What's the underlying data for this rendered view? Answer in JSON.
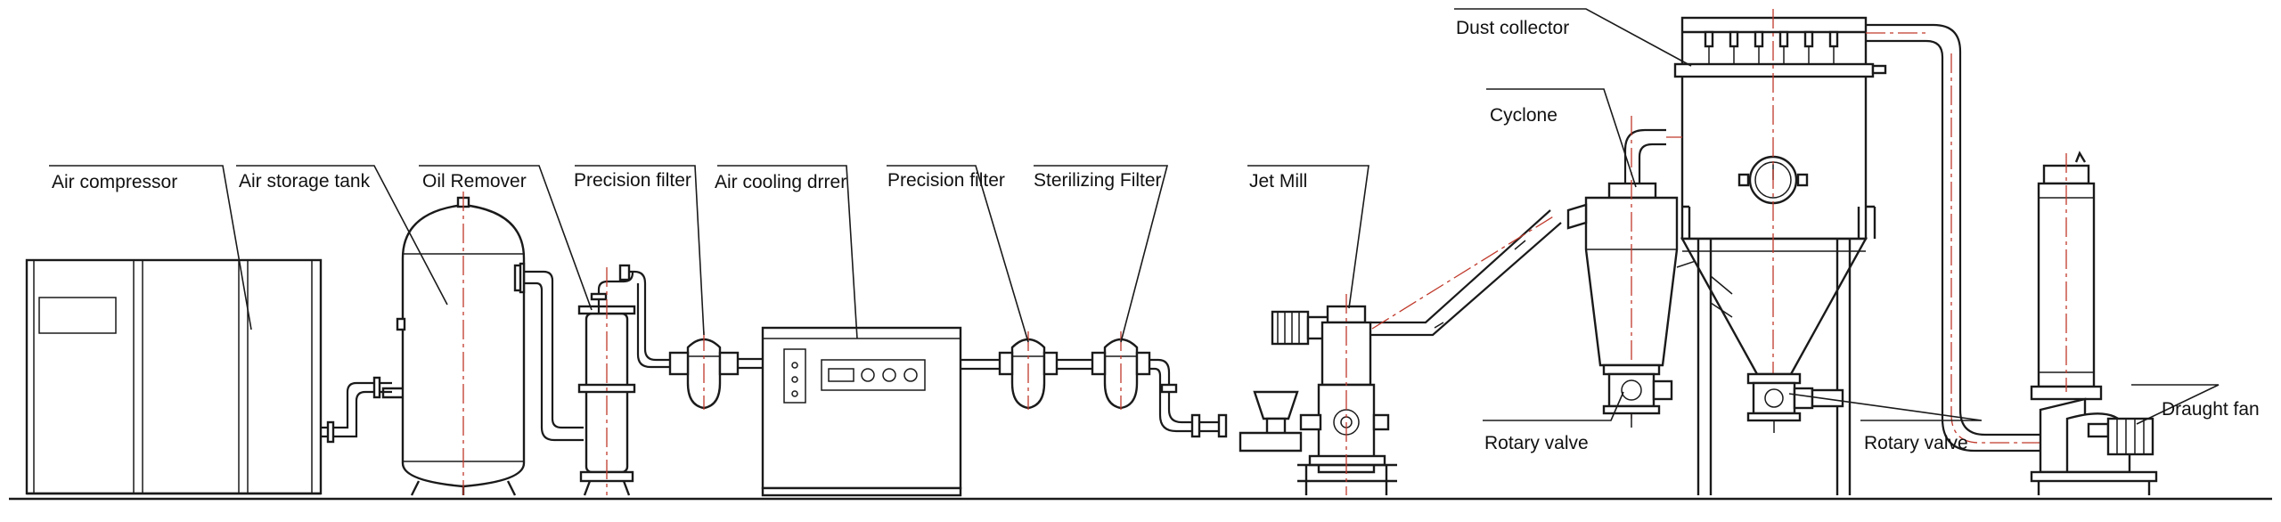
{
  "labels": {
    "air_compressor": "Air compressor",
    "air_storage_tank": "Air storage tank",
    "oil_remover": "Oil Remover",
    "precision_filter_1": "Precision filter",
    "air_cooling_drier": "Air cooling drrer",
    "precision_filter_2": "Precision filter",
    "sterilizing_filter": "Sterilizing Filter",
    "jet_mill": "Jet Mill",
    "dust_collector": "Dust collector",
    "cyclone": "Cyclone",
    "rotary_valve_1": "Rotary valve",
    "rotary_valve_2": "Rotary valve",
    "draught_fan": "Draught fan"
  },
  "colors": {
    "line": "#1a1a1a",
    "centerline": "#c0392b",
    "background": "#ffffff"
  }
}
